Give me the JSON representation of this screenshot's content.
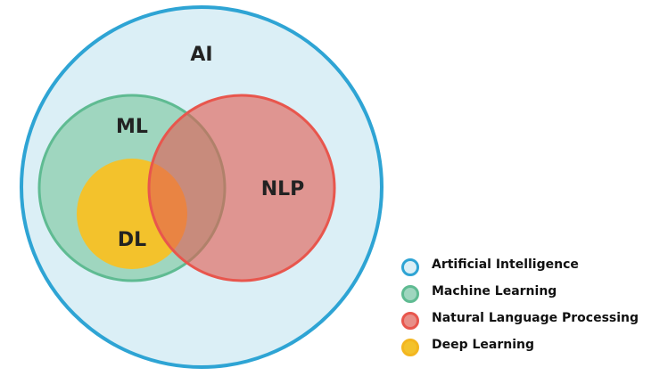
{
  "diagram": {
    "labels": {
      "ai": "AI",
      "ml": "ML",
      "dl": "DL",
      "nlp": "NLP"
    },
    "colors": {
      "ai_fill": "#dbeff6",
      "ai_stroke": "#2ea4d4",
      "ml_fill": "#9fd6bf",
      "ml_stroke": "#5fbb92",
      "dl_fill": "#f3c22c",
      "nlp_fill": "#e78b84",
      "nlp_stroke": "#e8564d"
    }
  },
  "legend": {
    "items": [
      {
        "label": "Artificial  Intelligence",
        "border": "#2ea4d4",
        "fill": "#dbeff6"
      },
      {
        "label": "Machine Learning",
        "border": "#5fbb92",
        "fill": "#9fd6bf"
      },
      {
        "label": "Natural Language Processing",
        "border": "#e8564d",
        "fill": "#e88f88"
      },
      {
        "label": "Deep Learning",
        "border": "#f3b61f",
        "fill": "#f3c22c"
      }
    ]
  }
}
